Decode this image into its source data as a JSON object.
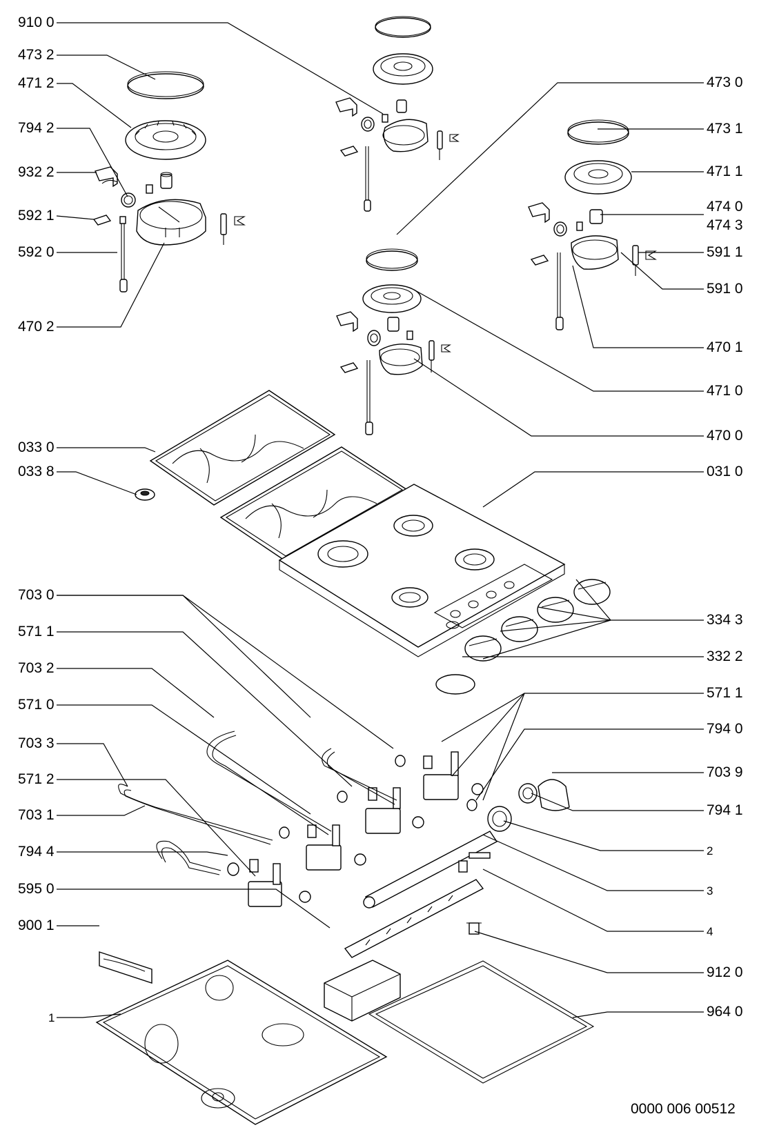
{
  "labels_left": [
    {
      "id": "910-0",
      "text": "910 0"
    },
    {
      "id": "473-2",
      "text": "473 2"
    },
    {
      "id": "471-2",
      "text": "471 2"
    },
    {
      "id": "794-2",
      "text": "794 2"
    },
    {
      "id": "932-2",
      "text": "932 2"
    },
    {
      "id": "592-1",
      "text": "592 1"
    },
    {
      "id": "592-0",
      "text": "592 0"
    },
    {
      "id": "470-2",
      "text": "470 2"
    },
    {
      "id": "033-0",
      "text": "033 0"
    },
    {
      "id": "033-8",
      "text": "033 8"
    },
    {
      "id": "703-0",
      "text": "703 0"
    },
    {
      "id": "571-1a",
      "text": "571 1"
    },
    {
      "id": "703-2",
      "text": "703 2"
    },
    {
      "id": "571-0",
      "text": "571 0"
    },
    {
      "id": "703-3",
      "text": "703 3"
    },
    {
      "id": "571-2",
      "text": "571 2"
    },
    {
      "id": "703-1",
      "text": "703 1"
    },
    {
      "id": "794-4",
      "text": "794 4"
    },
    {
      "id": "595-0",
      "text": "595 0"
    },
    {
      "id": "900-1",
      "text": "900 1"
    },
    {
      "id": "1",
      "text": "1"
    }
  ],
  "labels_right": [
    {
      "id": "473-0",
      "text": "473 0"
    },
    {
      "id": "473-1",
      "text": "473 1"
    },
    {
      "id": "471-1",
      "text": "471 1"
    },
    {
      "id": "474-0",
      "text": "474 0"
    },
    {
      "id": "474-3",
      "text": "474 3"
    },
    {
      "id": "591-1",
      "text": "591 1"
    },
    {
      "id": "591-0",
      "text": "591 0"
    },
    {
      "id": "470-1",
      "text": "470 1"
    },
    {
      "id": "471-0",
      "text": "471 0"
    },
    {
      "id": "470-0",
      "text": "470 0"
    },
    {
      "id": "031-0",
      "text": "031 0"
    },
    {
      "id": "334-3",
      "text": "334 3"
    },
    {
      "id": "332-2",
      "text": "332 2"
    },
    {
      "id": "571-1b",
      "text": "571 1"
    },
    {
      "id": "794-0",
      "text": "794 0"
    },
    {
      "id": "703-9",
      "text": "703 9"
    },
    {
      "id": "794-1",
      "text": "794 1"
    },
    {
      "id": "2",
      "text": "2"
    },
    {
      "id": "3",
      "text": "3"
    },
    {
      "id": "4",
      "text": "4"
    },
    {
      "id": "912-0",
      "text": "912 0"
    },
    {
      "id": "964-0",
      "text": "964 0"
    }
  ],
  "drawing_number": "0000 006 00512"
}
